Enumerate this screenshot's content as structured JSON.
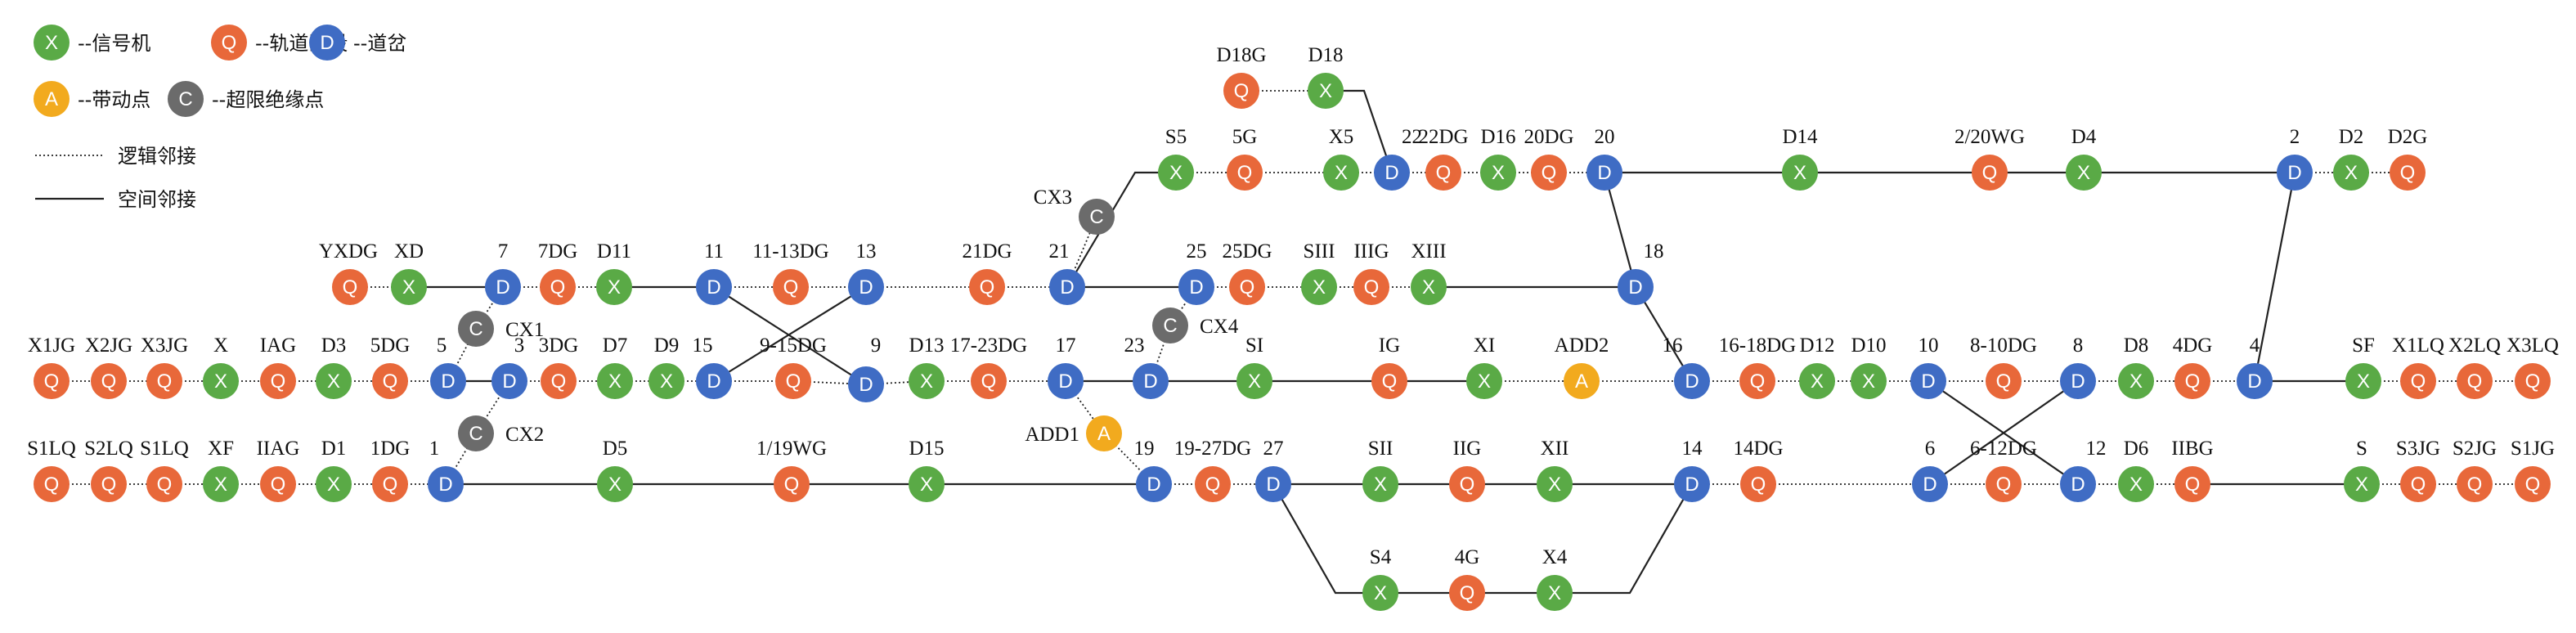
{
  "legend": {
    "items": [
      {
        "letter": "X",
        "type": "X",
        "text": "--信号机"
      },
      {
        "letter": "Q",
        "type": "Q",
        "text": "--轨道区段"
      },
      {
        "letter": "D",
        "type": "D",
        "text": "--道岔"
      },
      {
        "letter": "A",
        "type": "A",
        "text": "--带动点"
      },
      {
        "letter": "C",
        "type": "C",
        "text": "--超限绝缘点"
      }
    ],
    "lines": [
      {
        "style": "dotted",
        "text": "逻辑邻接"
      },
      {
        "style": "solid",
        "text": "空间邻接"
      }
    ]
  },
  "colors": {
    "X": "#5aaa46",
    "Q": "#e8683a",
    "D": "#3f6cc4",
    "A": "#f2aa1e",
    "C": "#6b6b6b"
  },
  "nodes": [
    {
      "id": "D18G",
      "type": "Q",
      "label": "D18G"
    },
    {
      "id": "D18",
      "type": "X",
      "label": "D18"
    },
    {
      "id": "S5",
      "type": "X",
      "label": "S5"
    },
    {
      "id": "5G",
      "type": "Q",
      "label": "5G"
    },
    {
      "id": "X5",
      "type": "X",
      "label": "X5"
    },
    {
      "id": "sw22",
      "type": "D",
      "label": "22"
    },
    {
      "id": "22DG",
      "type": "Q",
      "label": "22DG"
    },
    {
      "id": "D16",
      "type": "X",
      "label": "D16"
    },
    {
      "id": "20DG",
      "type": "Q",
      "label": "20DG"
    },
    {
      "id": "sw20",
      "type": "D",
      "label": "20"
    },
    {
      "id": "D14",
      "type": "X",
      "label": "D14"
    },
    {
      "id": "2/20WG",
      "type": "Q",
      "label": "2/20WG"
    },
    {
      "id": "D4",
      "type": "X",
      "label": "D4"
    },
    {
      "id": "sw2",
      "type": "D",
      "label": "2"
    },
    {
      "id": "D2",
      "type": "X",
      "label": "D2"
    },
    {
      "id": "D2G",
      "type": "Q",
      "label": "D2G"
    },
    {
      "id": "CX3",
      "type": "C",
      "label": "CX3"
    },
    {
      "id": "YXDG",
      "type": "Q",
      "label": "YXDG"
    },
    {
      "id": "XD",
      "type": "X",
      "label": "XD"
    },
    {
      "id": "sw7",
      "type": "D",
      "label": "7"
    },
    {
      "id": "7DG",
      "type": "Q",
      "label": "7DG"
    },
    {
      "id": "D11",
      "type": "X",
      "label": "D11"
    },
    {
      "id": "sw11",
      "type": "D",
      "label": "11"
    },
    {
      "id": "11-13DG",
      "type": "Q",
      "label": "11-13DG"
    },
    {
      "id": "sw13",
      "type": "D",
      "label": "13"
    },
    {
      "id": "21DG",
      "type": "Q",
      "label": "21DG"
    },
    {
      "id": "sw21",
      "type": "D",
      "label": "21"
    },
    {
      "id": "sw25",
      "type": "D",
      "label": "25"
    },
    {
      "id": "25DG",
      "type": "Q",
      "label": "25DG"
    },
    {
      "id": "SIII",
      "type": "X",
      "label": "SIII"
    },
    {
      "id": "IIIG",
      "type": "Q",
      "label": "IIIG"
    },
    {
      "id": "XIII",
      "type": "X",
      "label": "XIII"
    },
    {
      "id": "sw18",
      "type": "D",
      "label": "18"
    },
    {
      "id": "CX1",
      "type": "C",
      "label": "CX1"
    },
    {
      "id": "CX4",
      "type": "C",
      "label": "CX4"
    },
    {
      "id": "X1JG",
      "type": "Q",
      "label": "X1JG"
    },
    {
      "id": "X2JG",
      "type": "Q",
      "label": "X2JG"
    },
    {
      "id": "X3JG",
      "type": "Q",
      "label": "X3JG"
    },
    {
      "id": "Xm",
      "type": "X",
      "label": "X"
    },
    {
      "id": "IAG",
      "type": "Q",
      "label": "IAG"
    },
    {
      "id": "D3",
      "type": "X",
      "label": "D3"
    },
    {
      "id": "5DG",
      "type": "Q",
      "label": "5DG"
    },
    {
      "id": "sw5",
      "type": "D",
      "label": "5"
    },
    {
      "id": "sw3",
      "type": "D",
      "label": "3"
    },
    {
      "id": "3DG",
      "type": "Q",
      "label": "3DG"
    },
    {
      "id": "D7",
      "type": "X",
      "label": "D7"
    },
    {
      "id": "D9",
      "type": "X",
      "label": "D9"
    },
    {
      "id": "sw15",
      "type": "D",
      "label": "15"
    },
    {
      "id": "9-15DG",
      "type": "Q",
      "label": "9-15DG"
    },
    {
      "id": "sw9",
      "type": "D",
      "label": "9"
    },
    {
      "id": "D13",
      "type": "X",
      "label": "D13"
    },
    {
      "id": "17-23DG",
      "type": "Q",
      "label": "17-23DG"
    },
    {
      "id": "sw17",
      "type": "D",
      "label": "17"
    },
    {
      "id": "sw23",
      "type": "D",
      "label": "23"
    },
    {
      "id": "SI",
      "type": "X",
      "label": "SI"
    },
    {
      "id": "IG",
      "type": "Q",
      "label": "IG"
    },
    {
      "id": "XI",
      "type": "X",
      "label": "XI"
    },
    {
      "id": "ADD2",
      "type": "A",
      "label": "ADD2"
    },
    {
      "id": "sw16",
      "type": "D",
      "label": "16"
    },
    {
      "id": "16-18DG",
      "type": "Q",
      "label": "16-18DG"
    },
    {
      "id": "D12",
      "type": "X",
      "label": "D12"
    },
    {
      "id": "D10",
      "type": "X",
      "label": "D10"
    },
    {
      "id": "sw10",
      "type": "D",
      "label": "10"
    },
    {
      "id": "8-10DG",
      "type": "Q",
      "label": "8-10DG"
    },
    {
      "id": "sw8",
      "type": "D",
      "label": "8"
    },
    {
      "id": "D8",
      "type": "X",
      "label": "D8"
    },
    {
      "id": "4DG",
      "type": "Q",
      "label": "4DG"
    },
    {
      "id": "sw4",
      "type": "D",
      "label": "4"
    },
    {
      "id": "SF",
      "type": "X",
      "label": "SF"
    },
    {
      "id": "X1LQ",
      "type": "Q",
      "label": "X1LQ"
    },
    {
      "id": "X2LQ",
      "type": "Q",
      "label": "X2LQ"
    },
    {
      "id": "X3LQ",
      "type": "Q",
      "label": "X3LQ"
    },
    {
      "id": "CX2",
      "type": "C",
      "label": "CX2"
    },
    {
      "id": "ADD1",
      "type": "A",
      "label": "ADD1"
    },
    {
      "id": "S1LQa",
      "type": "Q",
      "label": "S1LQ"
    },
    {
      "id": "S2LQ",
      "type": "Q",
      "label": "S2LQ"
    },
    {
      "id": "S1LQb",
      "type": "Q",
      "label": "S1LQ"
    },
    {
      "id": "XF",
      "type": "X",
      "label": "XF"
    },
    {
      "id": "IIAG",
      "type": "Q",
      "label": "IIAG"
    },
    {
      "id": "D1",
      "type": "X",
      "label": "D1"
    },
    {
      "id": "1DG",
      "type": "Q",
      "label": "1DG"
    },
    {
      "id": "sw1",
      "type": "D",
      "label": "1"
    },
    {
      "id": "D5",
      "type": "X",
      "label": "D5"
    },
    {
      "id": "1/19WG",
      "type": "Q",
      "label": "1/19WG"
    },
    {
      "id": "D15",
      "type": "X",
      "label": "D15"
    },
    {
      "id": "sw19",
      "type": "D",
      "label": "19"
    },
    {
      "id": "19-27DG",
      "type": "Q",
      "label": "19-27DG"
    },
    {
      "id": "sw27",
      "type": "D",
      "label": "27"
    },
    {
      "id": "SII",
      "type": "X",
      "label": "SII"
    },
    {
      "id": "IIG",
      "type": "Q",
      "label": "IIG"
    },
    {
      "id": "XII",
      "type": "X",
      "label": "XII"
    },
    {
      "id": "sw14",
      "type": "D",
      "label": "14"
    },
    {
      "id": "14DG",
      "type": "Q",
      "label": "14DG"
    },
    {
      "id": "sw6",
      "type": "D",
      "label": "6"
    },
    {
      "id": "6-12DG",
      "type": "Q",
      "label": "6-12DG"
    },
    {
      "id": "sw12",
      "type": "D",
      "label": "12"
    },
    {
      "id": "D6",
      "type": "X",
      "label": "D6"
    },
    {
      "id": "IIBG",
      "type": "Q",
      "label": "IIBG"
    },
    {
      "id": "S",
      "type": "X",
      "label": "S"
    },
    {
      "id": "S3JG",
      "type": "Q",
      "label": "S3JG"
    },
    {
      "id": "S2JG",
      "type": "Q",
      "label": "S2JG"
    },
    {
      "id": "S1JG",
      "type": "Q",
      "label": "S1JG"
    },
    {
      "id": "S4",
      "type": "X",
      "label": "S4"
    },
    {
      "id": "4G",
      "type": "Q",
      "label": "4G"
    },
    {
      "id": "X4",
      "type": "X",
      "label": "X4"
    }
  ],
  "edges": [
    {
      "a": "D18G",
      "b": "D18",
      "style": "dotted"
    },
    {
      "a": "S5",
      "b": "5G",
      "style": "dotted"
    },
    {
      "a": "5G",
      "b": "X5",
      "style": "dotted"
    },
    {
      "a": "X5",
      "b": "sw22",
      "style": "dotted"
    },
    {
      "a": "sw22",
      "b": "22DG",
      "style": "dotted"
    },
    {
      "a": "22DG",
      "b": "D16",
      "style": "dotted"
    },
    {
      "a": "D16",
      "b": "20DG",
      "style": "dotted"
    },
    {
      "a": "20DG",
      "b": "sw20",
      "style": "dotted"
    },
    {
      "a": "sw2",
      "b": "D2",
      "style": "dotted"
    },
    {
      "a": "D2",
      "b": "D2G",
      "style": "dotted"
    },
    {
      "a": "YXDG",
      "b": "XD",
      "style": "dotted"
    },
    {
      "a": "sw7",
      "b": "7DG",
      "style": "dotted"
    },
    {
      "a": "7DG",
      "b": "D11",
      "style": "dotted"
    },
    {
      "a": "sw11",
      "b": "11-13DG",
      "style": "dotted"
    },
    {
      "a": "11-13DG",
      "b": "sw13",
      "style": "dotted"
    },
    {
      "a": "sw13",
      "b": "21DG",
      "style": "dotted"
    },
    {
      "a": "21DG",
      "b": "sw21",
      "style": "dotted"
    },
    {
      "a": "sw25",
      "b": "25DG",
      "style": "dotted"
    },
    {
      "a": "25DG",
      "b": "SIII",
      "style": "dotted"
    },
    {
      "a": "SIII",
      "b": "IIIG",
      "style": "dotted"
    },
    {
      "a": "IIIG",
      "b": "XIII",
      "style": "dotted"
    },
    {
      "a": "X1JG",
      "b": "X2JG",
      "style": "dotted"
    },
    {
      "a": "X2JG",
      "b": "X3JG",
      "style": "dotted"
    },
    {
      "a": "X3JG",
      "b": "Xm",
      "style": "dotted"
    },
    {
      "a": "Xm",
      "b": "IAG",
      "style": "dotted"
    },
    {
      "a": "IAG",
      "b": "D3",
      "style": "dotted"
    },
    {
      "a": "D3",
      "b": "5DG",
      "style": "dotted"
    },
    {
      "a": "5DG",
      "b": "sw5",
      "style": "dotted"
    },
    {
      "a": "sw3",
      "b": "3DG",
      "style": "dotted"
    },
    {
      "a": "3DG",
      "b": "D7",
      "style": "dotted"
    },
    {
      "a": "D7",
      "b": "D9",
      "style": "dotted"
    },
    {
      "a": "D9",
      "b": "sw15",
      "style": "dotted"
    },
    {
      "a": "sw15",
      "b": "9-15DG",
      "style": "dotted"
    },
    {
      "a": "9-15DG",
      "b": "sw9",
      "style": "dotted"
    },
    {
      "a": "sw9",
      "b": "D13",
      "style": "dotted"
    },
    {
      "a": "D13",
      "b": "17-23DG",
      "style": "dotted"
    },
    {
      "a": "17-23DG",
      "b": "sw17",
      "style": "dotted"
    },
    {
      "a": "XI",
      "b": "ADD2",
      "style": "dotted"
    },
    {
      "a": "ADD2",
      "b": "sw16",
      "style": "dotted"
    },
    {
      "a": "sw16",
      "b": "16-18DG",
      "style": "dotted"
    },
    {
      "a": "16-18DG",
      "b": "D12",
      "style": "dotted"
    },
    {
      "a": "D12",
      "b": "D10",
      "style": "dotted"
    },
    {
      "a": "D10",
      "b": "sw10",
      "style": "dotted"
    },
    {
      "a": "sw10",
      "b": "8-10DG",
      "style": "dotted"
    },
    {
      "a": "8-10DG",
      "b": "sw8",
      "style": "dotted"
    },
    {
      "a": "sw8",
      "b": "D8",
      "style": "dotted"
    },
    {
      "a": "D8",
      "b": "4DG",
      "style": "dotted"
    },
    {
      "a": "4DG",
      "b": "sw4",
      "style": "dotted"
    },
    {
      "a": "SF",
      "b": "X1LQ",
      "style": "dotted"
    },
    {
      "a": "X1LQ",
      "b": "X2LQ",
      "style": "dotted"
    },
    {
      "a": "X2LQ",
      "b": "X3LQ",
      "style": "dotted"
    },
    {
      "a": "S1LQa",
      "b": "S2LQ",
      "style": "dotted"
    },
    {
      "a": "S2LQ",
      "b": "S1LQb",
      "style": "dotted"
    },
    {
      "a": "S1LQb",
      "b": "XF",
      "style": "dotted"
    },
    {
      "a": "XF",
      "b": "IIAG",
      "style": "dotted"
    },
    {
      "a": "IIAG",
      "b": "D1",
      "style": "dotted"
    },
    {
      "a": "D1",
      "b": "1DG",
      "style": "dotted"
    },
    {
      "a": "1DG",
      "b": "sw1",
      "style": "dotted"
    },
    {
      "a": "sw19",
      "b": "19-27DG",
      "style": "dotted"
    },
    {
      "a": "19-27DG",
      "b": "sw27",
      "style": "dotted"
    },
    {
      "a": "sw14",
      "b": "14DG",
      "style": "dotted"
    },
    {
      "a": "14DG",
      "b": "sw6",
      "style": "dotted"
    },
    {
      "a": "sw6",
      "b": "6-12DG",
      "style": "dotted"
    },
    {
      "a": "6-12DG",
      "b": "sw12",
      "style": "dotted"
    },
    {
      "a": "sw12",
      "b": "D6",
      "style": "dotted"
    },
    {
      "a": "D6",
      "b": "IIBG",
      "style": "dotted"
    },
    {
      "a": "S",
      "b": "S3JG",
      "style": "dotted"
    },
    {
      "a": "S3JG",
      "b": "S2JG",
      "style": "dotted"
    },
    {
      "a": "S2JG",
      "b": "S1JG",
      "style": "dotted"
    },
    {
      "a": "sw5",
      "b": "CX1",
      "style": "dotted"
    },
    {
      "a": "CX1",
      "b": "sw7",
      "style": "dotted"
    },
    {
      "a": "sw1",
      "b": "CX2",
      "style": "dotted"
    },
    {
      "a": "CX2",
      "b": "sw3",
      "style": "dotted"
    },
    {
      "a": "sw21",
      "b": "CX3",
      "style": "dotted"
    },
    {
      "a": "sw23",
      "b": "CX4",
      "style": "dotted"
    },
    {
      "a": "CX4",
      "b": "sw25",
      "style": "dotted"
    },
    {
      "a": "sw17",
      "b": "ADD1",
      "style": "dotted"
    },
    {
      "a": "ADD1",
      "b": "sw19",
      "style": "dotted"
    },
    {
      "a": "sw20",
      "b": "D14",
      "style": "solid"
    },
    {
      "a": "D14",
      "b": "2/20WG",
      "style": "solid"
    },
    {
      "a": "2/20WG",
      "b": "D4",
      "style": "solid"
    },
    {
      "a": "D4",
      "b": "sw2",
      "style": "solid"
    },
    {
      "a": "XD",
      "b": "sw7",
      "style": "solid"
    },
    {
      "a": "D11",
      "b": "sw11",
      "style": "solid"
    },
    {
      "a": "sw21",
      "b": "sw25",
      "style": "solid"
    },
    {
      "a": "XIII",
      "b": "sw18",
      "style": "solid"
    },
    {
      "a": "sw18",
      "b": "sw16",
      "style": "solid"
    },
    {
      "a": "sw20",
      "b": "sw18",
      "style": "solid"
    },
    {
      "a": "sw5",
      "b": "sw3",
      "style": "solid"
    },
    {
      "a": "sw17",
      "b": "sw23",
      "style": "solid"
    },
    {
      "a": "sw23",
      "b": "SI",
      "style": "solid"
    },
    {
      "a": "SI",
      "b": "IG",
      "style": "solid"
    },
    {
      "a": "IG",
      "b": "XI",
      "style": "solid"
    },
    {
      "a": "sw4",
      "b": "SF",
      "style": "solid"
    },
    {
      "a": "sw4",
      "b": "sw2",
      "style": "solid"
    },
    {
      "a": "sw11",
      "b": "sw9",
      "style": "solid"
    },
    {
      "a": "sw13",
      "b": "sw15",
      "style": "solid"
    },
    {
      "a": "sw10",
      "b": "sw12",
      "style": "solid"
    },
    {
      "a": "sw8",
      "b": "sw6",
      "style": "solid"
    },
    {
      "a": "sw1",
      "b": "D5",
      "style": "solid"
    },
    {
      "a": "D5",
      "b": "1/19WG",
      "style": "solid"
    },
    {
      "a": "1/19WG",
      "b": "D15",
      "style": "solid"
    },
    {
      "a": "D15",
      "b": "sw19",
      "style": "solid"
    },
    {
      "a": "sw27",
      "b": "SII",
      "style": "solid"
    },
    {
      "a": "SII",
      "b": "IIG",
      "style": "solid"
    },
    {
      "a": "IIG",
      "b": "XII",
      "style": "solid"
    },
    {
      "a": "XII",
      "b": "sw14",
      "style": "solid"
    },
    {
      "a": "IIBG",
      "b": "S",
      "style": "solid"
    },
    {
      "a": "S4",
      "b": "4G",
      "style": "solid"
    },
    {
      "a": "4G",
      "b": "X4",
      "style": "solid"
    }
  ]
}
